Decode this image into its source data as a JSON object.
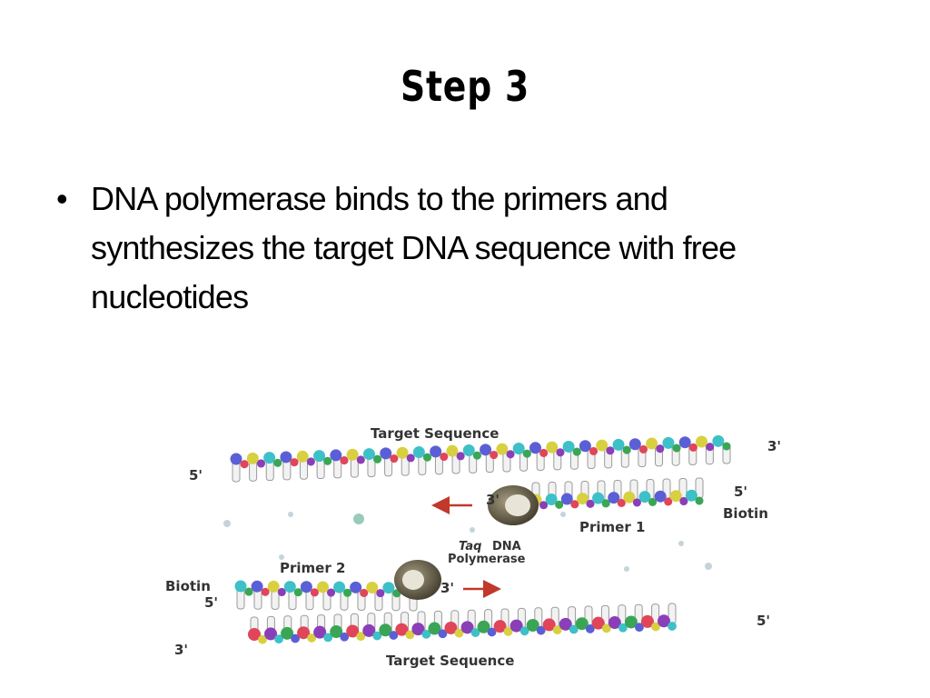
{
  "slide": {
    "title": "Step 3",
    "bullets": [
      "DNA polymerase binds to the primers and synthesizes the target DNA sequence with free nucleotides"
    ],
    "bullet_symbol": "•"
  },
  "figure": {
    "labels": {
      "target_top": "Target Sequence",
      "target_bottom": "Target Sequence",
      "five_prime_top_left": "5'",
      "three_prime_top_right": "3'",
      "three_prime_primer1": "3'",
      "five_prime_primer1": "5'",
      "biotin_right": "Biotin",
      "primer1": "Primer 1",
      "taq": "Taq",
      "dna": "DNA",
      "polymerase": "Polymerase",
      "primer2": "Primer 2",
      "biotin_left": "Biotin",
      "five_prime_primer2": "5'",
      "three_prime_primer2": "3'",
      "five_prime_bottom_right": "5'",
      "three_prime_bottom_left": "3'"
    },
    "colors": {
      "red_arrow": "#c0392b",
      "bead_palette": [
        "#3aa655",
        "#5b5fd6",
        "#e0455a",
        "#d8d040",
        "#8a3fb8",
        "#3ec0c8"
      ],
      "rung": "#f2f2f2",
      "rung_stroke": "#9a9a9a",
      "polymerase": "#6b6452"
    }
  }
}
